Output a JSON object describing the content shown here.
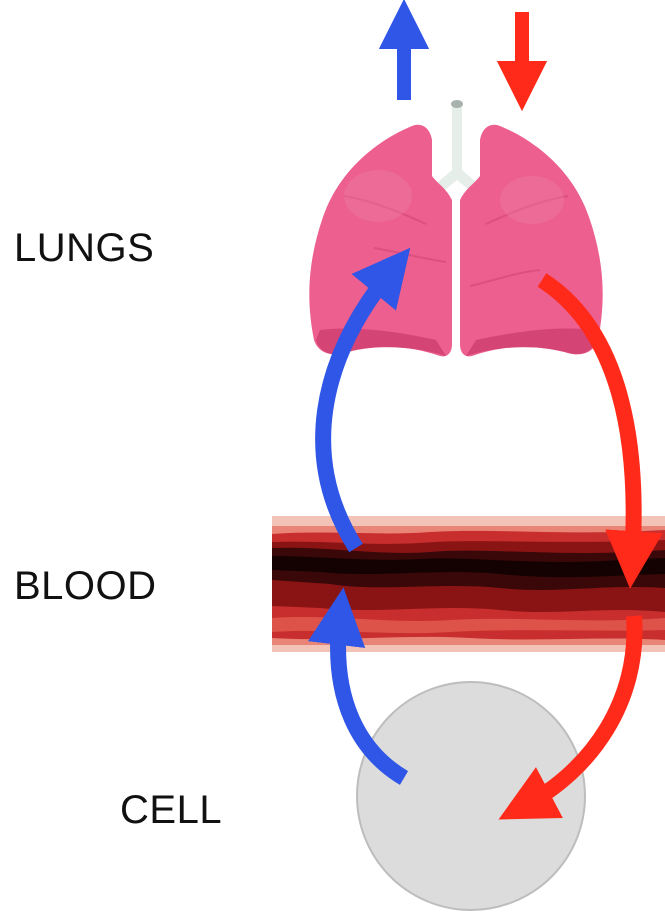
{
  "labels": {
    "lungs": "LUNGS",
    "blood": "BLOOD",
    "cell": "CELL"
  },
  "colors": {
    "oxygen_arrow": "#ff2a1a",
    "co2_arrow": "#2f56e6",
    "lung": "#ec5f8e",
    "lung_shadow": "#d44475",
    "vessel_outer": "#f3b8ab",
    "vessel_mid": "#c92e2e",
    "vessel_dark": "#2a0606",
    "cell": "#dcdcdc",
    "cell_border": "#bdbdbd",
    "trachea": "#e6eee9"
  },
  "icons": {
    "lungs": "lungs-icon",
    "vessel": "blood-vessel-icon",
    "cell": "cell-icon"
  }
}
